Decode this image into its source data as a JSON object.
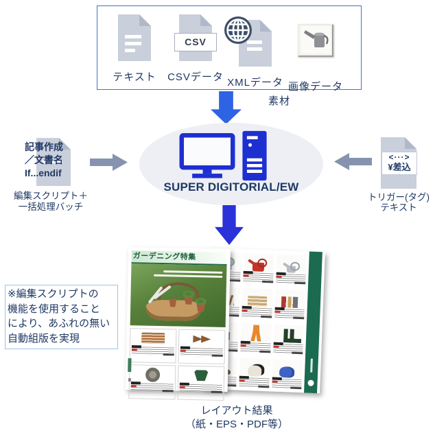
{
  "diagram": {
    "sources": {
      "caption": "素材",
      "items": [
        {
          "label": "テキスト"
        },
        {
          "label": "CSVデータ",
          "badge": "CSV"
        },
        {
          "label": "XMLデータ"
        },
        {
          "label": "画像データ"
        }
      ]
    },
    "system": {
      "name": "SUPER DIGITORIAL/EW"
    },
    "left_input": {
      "doc_line1": "記事作成",
      "doc_line2": "／文書名",
      "doc_line3": "If...endif",
      "caption_line1": "編集スクリプト＋",
      "caption_line2": "一括処理バッチ"
    },
    "right_input": {
      "doc_line1": "<···>",
      "doc_line2": "¥差込",
      "caption_line1": "トリガー(タグ)",
      "caption_line2": "テキスト"
    },
    "note": {
      "line1": "※編集スクリプトの",
      "line2": "機能を使用すること",
      "line3": "により、あふれの無い",
      "line4": "自動組版を実現"
    },
    "output": {
      "magazine_title": "ガーデニング特集",
      "caption_line1": "レイアウト結果",
      "caption_line2": "（紙・EPS・PDF等）"
    },
    "colors": {
      "box_border_blue": "#4472C4",
      "bright_arrow_blue": "#2E63E4",
      "deep_arrow_blue": "#2B32D8",
      "icon_blue": "#1E2FD2",
      "gray_blue_arrow": "#8593AE",
      "navy_text": "#1F3864",
      "document_gray": "#C9CFDB",
      "note_border_blue": "#9CC2E8",
      "magazine_green": "#1E6B45",
      "sidebar_green": "#1B6B50"
    }
  }
}
